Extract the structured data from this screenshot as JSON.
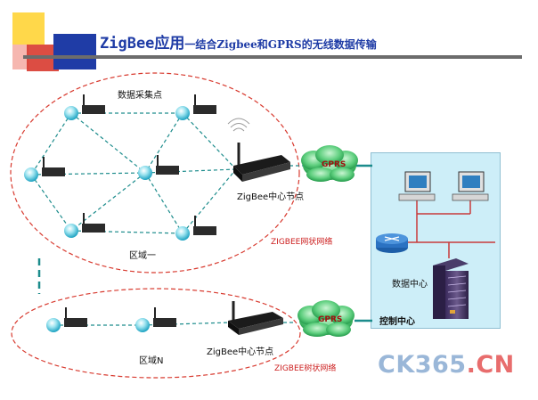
{
  "title": {
    "main": "ZigBee应用",
    "sub": "一结合Zigbee和GPRS的无线数据传输"
  },
  "labels": {
    "data_collection_point": "数据采集点",
    "zigbee_center_node_1": "ZigBee中心节点",
    "zigbee_center_node_2": "ZigBee中心节点",
    "region_one": "区域一",
    "region_n": "区域N",
    "mesh_network": "ZIGBEE网状网络",
    "tree_network": "ZIGBEE树状网络",
    "gprs_1": "GPRS",
    "gprs_2": "GPRS",
    "data_center": "数据中心",
    "control_center": "控制中心"
  },
  "watermark": {
    "part1": "CK365",
    "part2": ".CN"
  },
  "colors": {
    "title_blue": "#1f3ca6",
    "ellipse_red": "#d83a2f",
    "link_teal": "#1c8c8c",
    "cloud_green": "#2fa85a",
    "control_bg": "#cdeef8"
  }
}
